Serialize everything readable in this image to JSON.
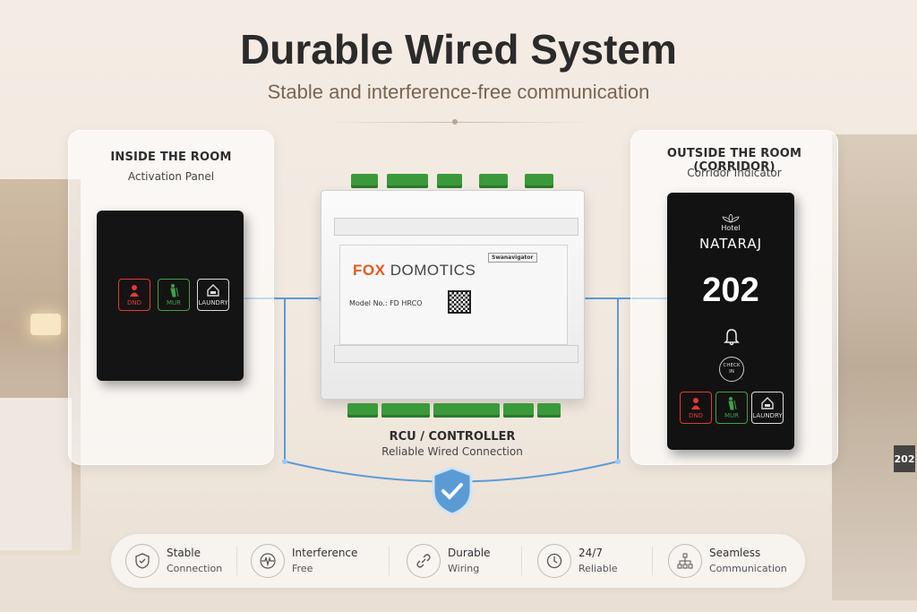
{
  "title": "Durable Wired System",
  "subtitle": "Stable and interference-free communication",
  "left_card": {
    "title": "INSIDE THE ROOM",
    "subtitle": "Activation Panel",
    "buttons": [
      {
        "label": "DND",
        "color": "#e53935"
      },
      {
        "label": "MUR",
        "color": "#43a047"
      },
      {
        "label": "LAUNDRY",
        "color": "#dddddd"
      }
    ]
  },
  "controller": {
    "brand": "DOMOTICS",
    "brand_prefix": "FOX",
    "model_label": "Model No.: FD HRCO",
    "badge": "Swanavigator",
    "caption_title": "RCU / CONTROLLER",
    "caption_sub": "Reliable Wired Connection"
  },
  "right_card": {
    "title": "OUTSIDE THE ROOM (CORRIDOR)",
    "subtitle": "Corridor Indicator",
    "hotel_prefix": "Hotel",
    "hotel_name": "NATARAJ",
    "room_number": "202",
    "checkin": "CHECK IN",
    "buttons": [
      {
        "label": "DND",
        "color": "#e53935"
      },
      {
        "label": "MUR",
        "color": "#43a047"
      },
      {
        "label": "LAUNDRY",
        "color": "#dddddd"
      }
    ]
  },
  "room_plate": "202",
  "features": [
    {
      "line1": "Stable",
      "line2": "Connection",
      "icon": "shield-icon"
    },
    {
      "line1": "Interference",
      "line2": "Free",
      "icon": "waveform-icon"
    },
    {
      "line1": "Durable",
      "line2": "Wiring",
      "icon": "link-icon"
    },
    {
      "line1": "24/7",
      "line2": "Reliable",
      "icon": "clock-icon"
    },
    {
      "line1": "Seamless",
      "line2": "Communication",
      "icon": "network-icon"
    }
  ],
  "colors": {
    "wire": "#5b9bd5",
    "accent": "#7a6450"
  }
}
